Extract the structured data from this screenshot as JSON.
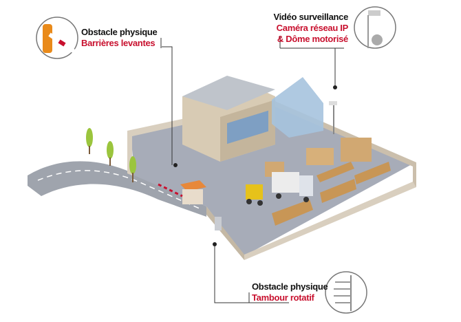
{
  "callouts": {
    "barrier": {
      "title": "Obstacle physique",
      "subtitle": "Barrières levantes",
      "icon": "barrier-gate-icon"
    },
    "video": {
      "title": "Vidéo surveillance",
      "subtitle_line1": "Caméra réseau IP",
      "subtitle_line2": "& Dôme motorisé",
      "icon": "camera-dome-icon"
    },
    "turnstile": {
      "title": "Obstacle physique",
      "subtitle": "Tambour rotatif",
      "icon": "turnstile-icon"
    }
  },
  "colors": {
    "accent": "#c8102e",
    "text": "#111111",
    "floor": "#a7acb8",
    "wall": "#d9cfbf"
  }
}
